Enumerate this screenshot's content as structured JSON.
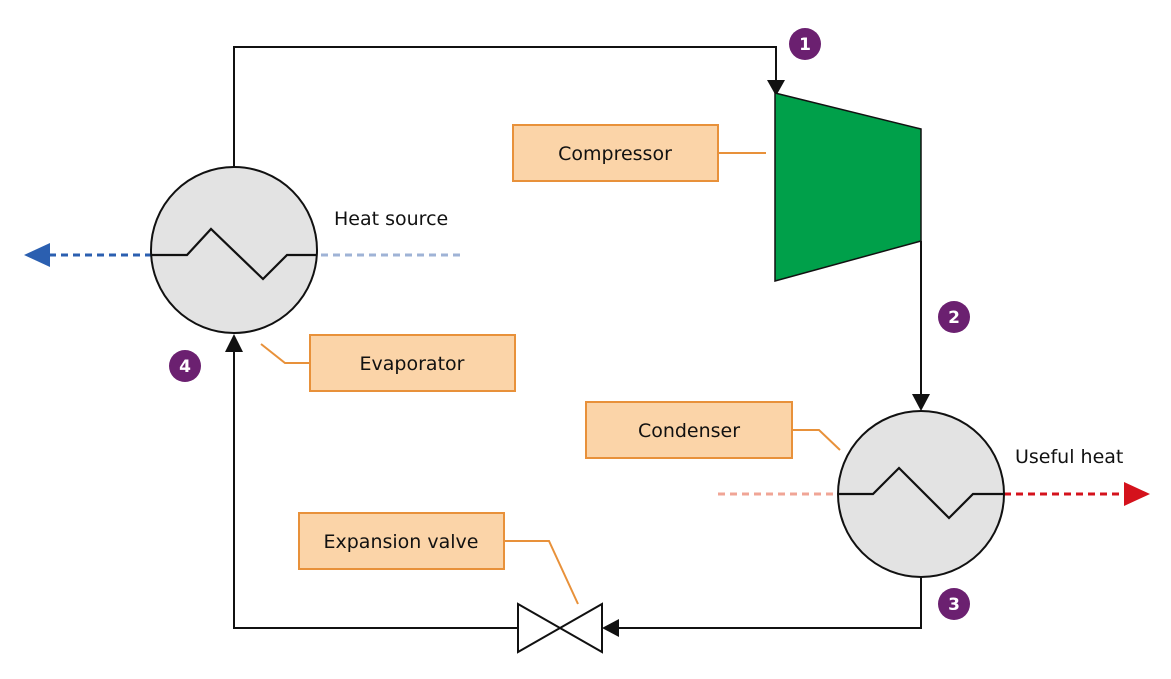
{
  "labels": {
    "compressor": "Compressor",
    "evaporator": "Evaporator",
    "condenser": "Condenser",
    "expansion_valve": "Expansion valve",
    "heat_source": "Heat source",
    "useful_heat": "Useful heat"
  },
  "badges": [
    "1",
    "2",
    "3",
    "4"
  ],
  "colors": {
    "compressor": "#00a04a",
    "heat_exchanger": "#e3e3e3",
    "label_fill": "#fbd4a8",
    "label_border": "#e8913a",
    "badge": "#6b2070",
    "cold_stream": "#2b5fb0",
    "hot_stream": "#d4121c"
  }
}
